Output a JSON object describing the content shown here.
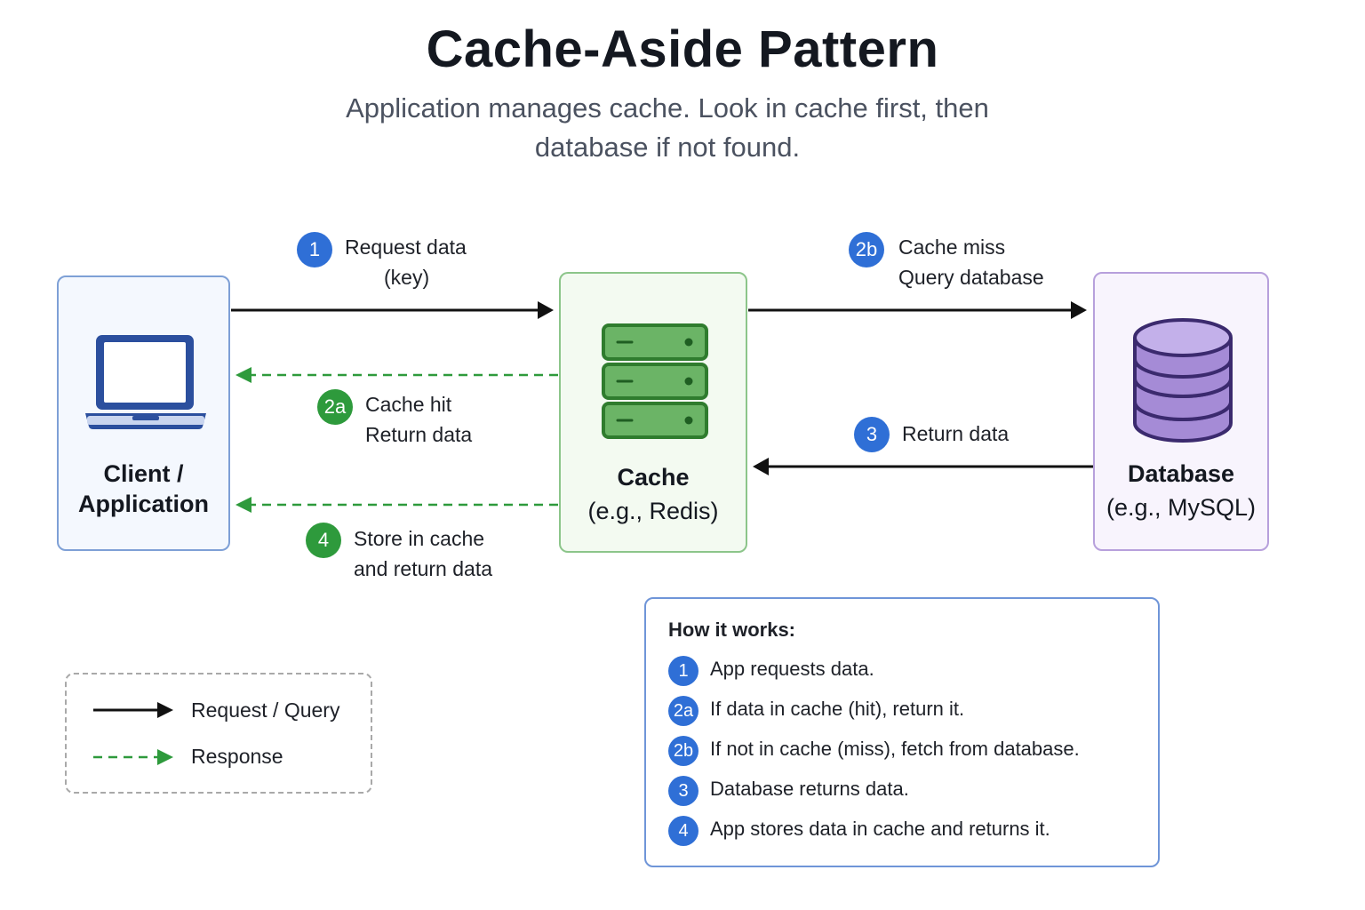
{
  "title": "Cache-Aside Pattern",
  "subtitle": "Application manages cache. Look in cache first, then database if not found.",
  "nodes": {
    "client": {
      "line1": "Client /",
      "line2": "Application"
    },
    "cache": {
      "line1": "Cache",
      "line2": "(e.g., Redis)"
    },
    "database": {
      "line1": "Database",
      "line2": "(e.g., MySQL)"
    }
  },
  "steps": {
    "s1": {
      "badge": "1",
      "line1": "Request data",
      "line2": "(key)"
    },
    "s2b": {
      "badge": "2b",
      "line1": "Cache miss",
      "line2": "Query database"
    },
    "s2a": {
      "badge": "2a",
      "line1": "Cache hit",
      "line2": "Return data"
    },
    "s3": {
      "badge": "3",
      "line1": "Return data"
    },
    "s4": {
      "badge": "4",
      "line1": "Store in cache",
      "line2": "and return data"
    }
  },
  "legend": {
    "request": "Request / Query",
    "response": "Response"
  },
  "how_it_works": {
    "title": "How it works:",
    "items": [
      {
        "badge": "1",
        "text": "App requests data."
      },
      {
        "badge": "2a",
        "text": "If data in cache (hit), return it."
      },
      {
        "badge": "2b",
        "text": "If not in cache (miss), fetch from database."
      },
      {
        "badge": "3",
        "text": "Database returns data."
      },
      {
        "badge": "4",
        "text": "App stores data in cache and returns it."
      }
    ]
  },
  "colors": {
    "request_arrow": "#111111",
    "response_arrow": "#2e9a3c",
    "badge_blue": "#2f6fd6",
    "badge_green": "#2e9a3c",
    "client": "#2b4f9e",
    "cache": "#5fa65c",
    "database": "#a58bd6"
  }
}
